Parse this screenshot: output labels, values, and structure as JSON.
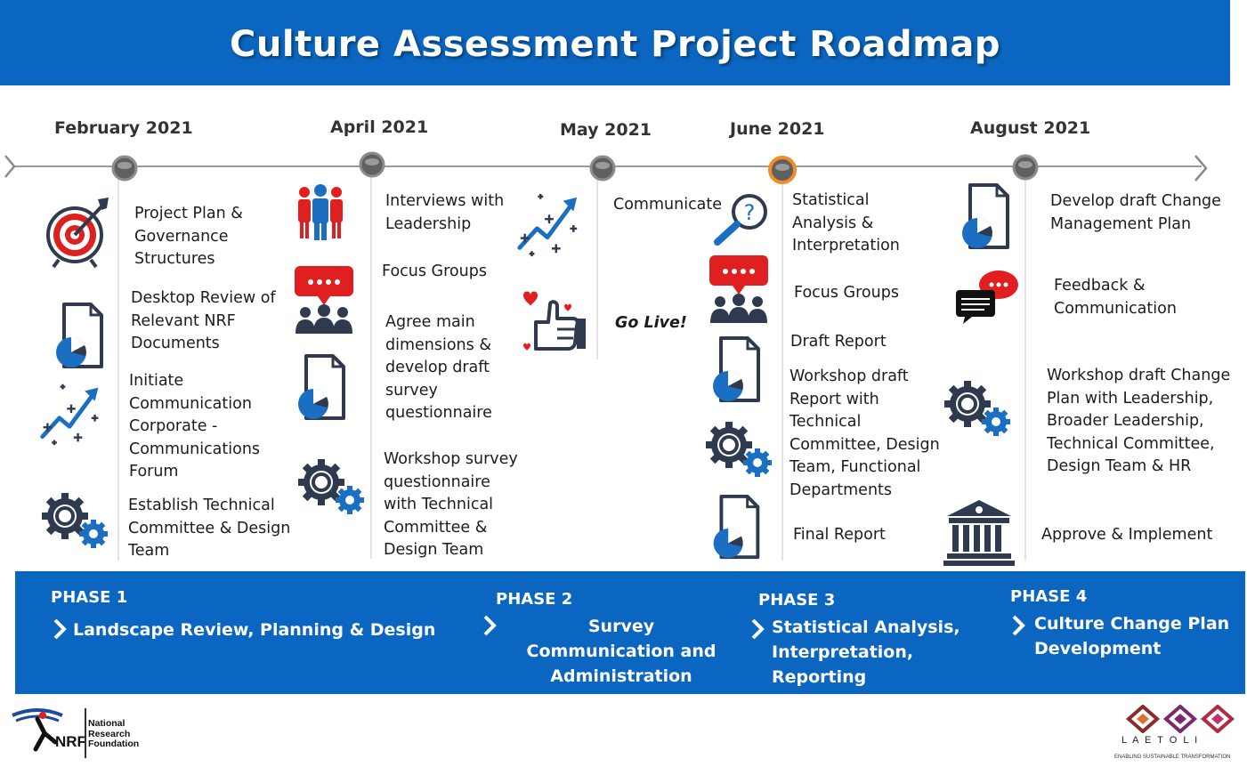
{
  "title": "Culture Assessment Project Roadmap",
  "timeline": {
    "months": [
      {
        "label": "February 2021"
      },
      {
        "label": "April 2021"
      },
      {
        "label": "May 2021"
      },
      {
        "label": "June 2021"
      },
      {
        "label": "August 2021"
      }
    ]
  },
  "columns": {
    "feb": [
      "Project Plan & Governance Structures",
      "Desktop Review of Relevant NRF Documents",
      "Initiate Communication Corporate - Communications Forum",
      "Establish Technical Committee & Design Team"
    ],
    "apr": [
      "Interviews with Leadership",
      "Focus Groups",
      "Agree main dimensions & develop draft survey questionnaire",
      "Workshop survey questionnaire with Technical Committee & Design Team"
    ],
    "may": [
      "Communicate",
      "Go Live!"
    ],
    "jun": [
      "Statistical Analysis & Interpretation",
      "Focus Groups",
      "Draft Report",
      "Workshop draft Report with Technical Committee, Design Team, Functional Departments",
      "Final Report"
    ],
    "aug": [
      "Develop draft Change Management Plan",
      "Feedback & Communication",
      "Workshop draft Change Plan with Leadership, Broader Leadership, Technical Committee, Design Team  & HR",
      "Approve & Implement"
    ]
  },
  "phases": [
    {
      "label": "PHASE 1",
      "name": "Landscape Review, Planning & Design"
    },
    {
      "label": "PHASE 2",
      "name": "Survey Communication and Administration"
    },
    {
      "label": "PHASE 3",
      "name": "Statistical Analysis, Interpretation, Reporting"
    },
    {
      "label": "PHASE 4",
      "name": "Culture Change Plan Development"
    }
  ],
  "logos": {
    "nrf": {
      "mark": "NRF",
      "text": "National Research Foundation"
    },
    "laetoli": {
      "name": "L A E T O L I",
      "tagline": "ENABLING SUSTAINABLE TRANSFORMATION"
    }
  },
  "colors": {
    "brand_blue": "#0a66c0",
    "accent_red": "#e02020",
    "icon_dark": "#2f3a4f",
    "icon_blue": "#1a6fc2",
    "timeline_dot_active": "#f28c28"
  }
}
